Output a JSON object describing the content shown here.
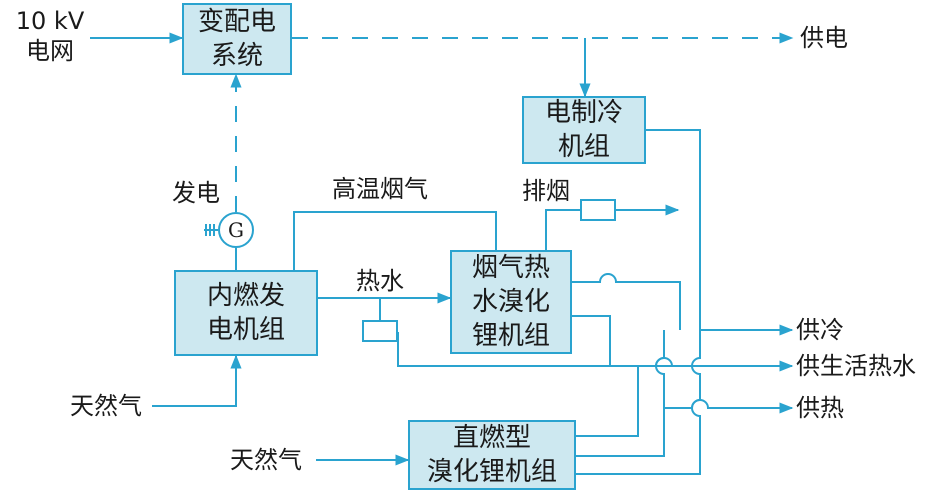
{
  "boxes": {
    "substation": "变配电\n系统",
    "elec_chiller": "电制冷\n机组",
    "engine": "内燃发\n电机组",
    "flue_chiller": "烟气热\n水溴化\n锂机组",
    "direct_chiller": "直燃型\n溴化锂机组"
  },
  "labels": {
    "grid": "10 kV\n电网",
    "power_gen": "发电",
    "hot_flue": "高温烟气",
    "exhaust": "排烟",
    "hot_water": "热水",
    "gas_engine": "天然气",
    "gas_direct": "天然气",
    "out_power": "供电",
    "out_cooling": "供冷",
    "out_dhw": "供生活热水",
    "out_heating": "供热",
    "generator": "G"
  },
  "colors": {
    "line": "#2aa3cf",
    "box_fill": "#cde8f0"
  }
}
